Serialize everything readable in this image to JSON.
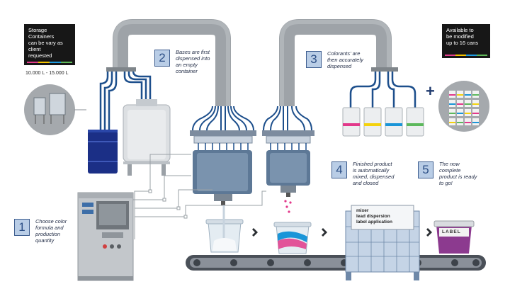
{
  "info": {
    "storage": [
      "Storage",
      "Containers",
      "can be vary as",
      "client",
      "requested"
    ],
    "storage_range": "10.000 L - 15.000 L",
    "modified": [
      "Available to",
      "be modified",
      "up to 16 cans"
    ]
  },
  "steps": [
    {
      "number": "1",
      "lines": [
        "Choose color",
        "formula and",
        "production",
        "quantity"
      ]
    },
    {
      "number": "2",
      "lines": [
        "Bases are first",
        "dispensed into",
        "an empty",
        "container"
      ]
    },
    {
      "number": "3",
      "lines": [
        "Colorants' are",
        "then accurately",
        "dispensed"
      ]
    },
    {
      "number": "4",
      "lines": [
        "Finished product",
        "is automatically",
        "mixed, dispensed",
        "and closed"
      ]
    },
    {
      "number": "5",
      "lines": [
        "The now",
        "complete",
        "product is ready",
        "to go!"
      ]
    }
  ],
  "machine": {
    "lines": [
      "mixer",
      "lead dispersion",
      "label application"
    ]
  },
  "product_label": "LABEL",
  "symbols": {
    "plus": "+",
    "arrow": "›"
  },
  "colors": {
    "pipe": "#9ea3a8",
    "tube": "#1d4f8c",
    "base_drum": "#1b2f86",
    "belt": "#4a5058",
    "magenta": "#e2388a",
    "yellow": "#f4d20d",
    "cyan": "#1a95d8",
    "green": "#5cb85c",
    "product": "#8c3a8f"
  }
}
